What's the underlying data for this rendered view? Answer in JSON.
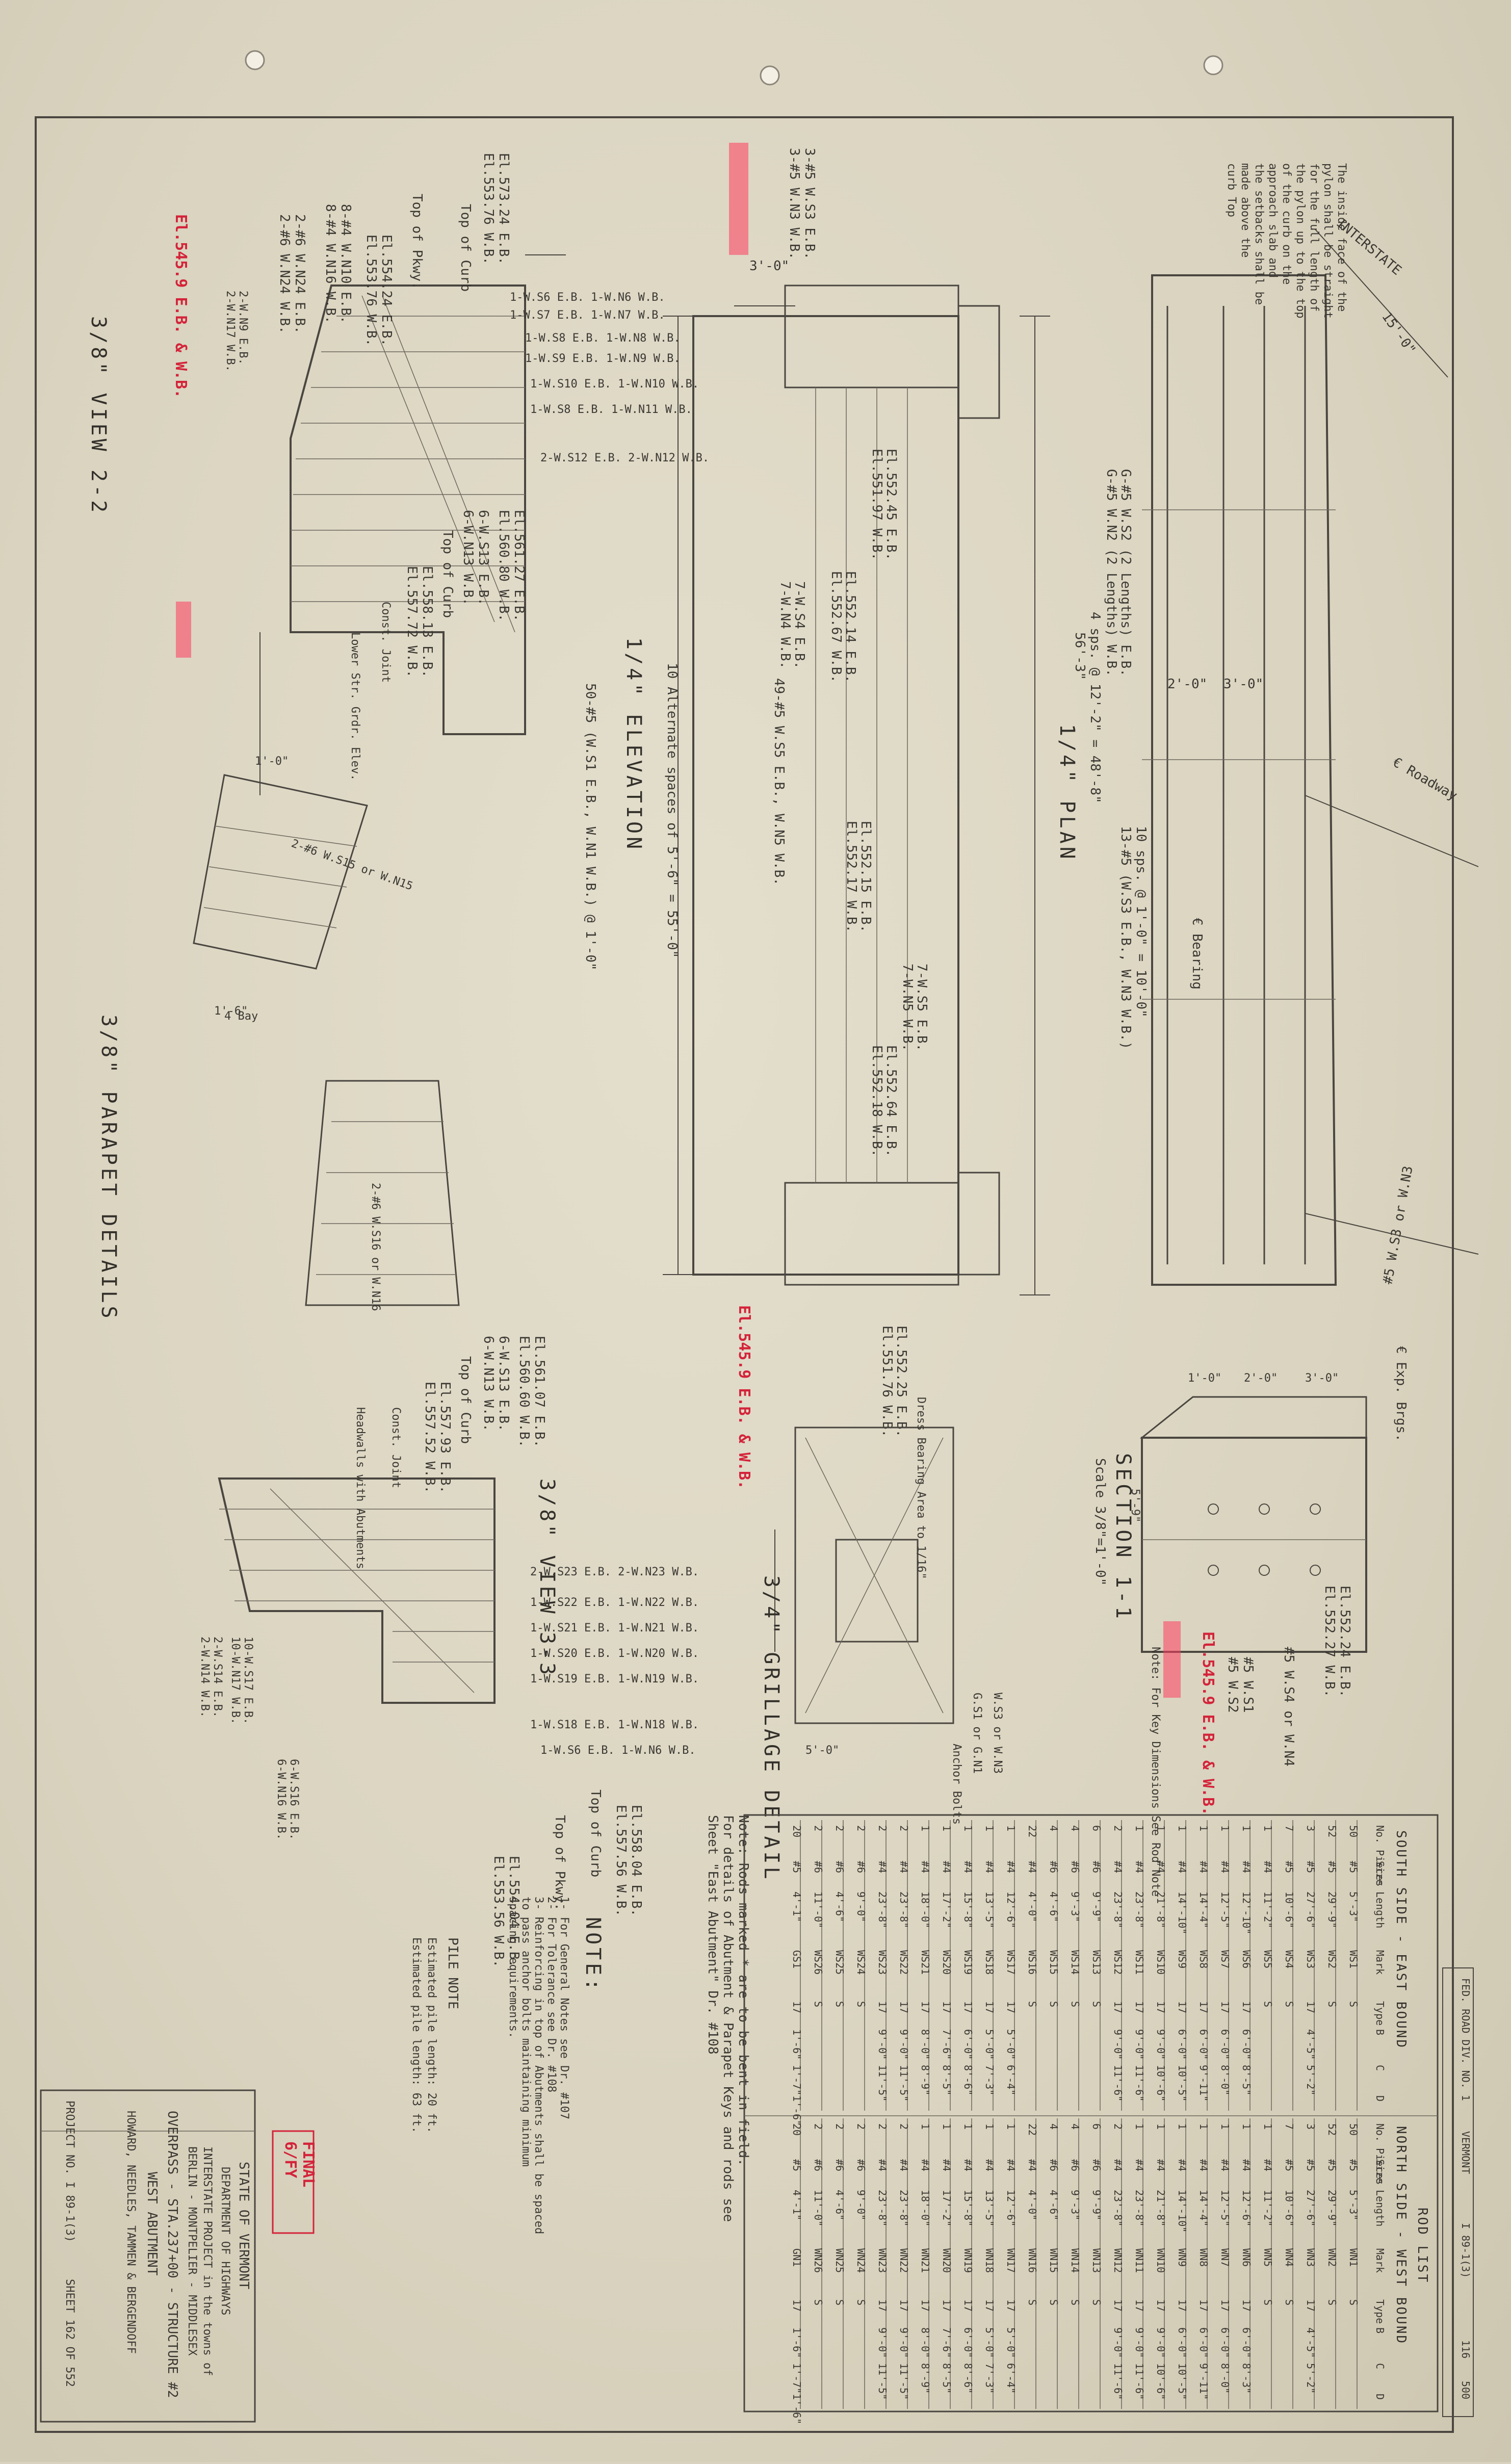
{
  "header": {
    "stamp": "INTERSTATE",
    "side_note": [
      "The inside face of the",
      "pylon shall be straight",
      "for the full length of",
      "the pylon up to the top",
      "of the curb on the",
      "approach slab and",
      "the setbacks shall be",
      "made above the",
      "curb Top"
    ]
  },
  "views": {
    "view22": "3/8\" VIEW 2-2",
    "elevation": "1/4\" ELEVATION",
    "plan": "1/4\" PLAN",
    "parapet": "3/8\" PARAPET DETAILS",
    "section11": "SECTION 1-1",
    "section_scale": "Scale 3/8\"=1'-0\"",
    "view33": "3/8\" VIEW 3-3",
    "grillage": "3/4\" GRILLAGE DETAIL"
  },
  "red_labels": {
    "view22": "El.545.9 E.B. & W.B.",
    "elevation": "El.545.9 E.B. & W.B.",
    "section": "El.545.9 E.B. & W.B.",
    "final": "FINAL",
    "final_date": "6/FY"
  },
  "view22_labels": [
    "El.573.24 E.B.",
    "El.553.76 W.B.",
    "Top of Curb",
    "Top of Pkwy.",
    "El.554.24 E.B.",
    "El.553.76 W.B.",
    "8-#4 W.N10 E.B.",
    "8-#4 W.N16 W.B.",
    "2-#6 W.N24 E.B.",
    "2-#6 W.N24 W.B.",
    "2-W.N9 E.B.",
    "2-W.N17 W.B."
  ],
  "view22_bars": [
    "1-W.S6 E.B. 1-W.N6 W.B.",
    "1-W.S7 E.B. 1-W.N7 W.B.",
    "1-W.S8 E.B. 1-W.N8 W.B.",
    "1-W.S9 E.B. 1-W.N9 W.B.",
    "1-W.S10 E.B. 1-W.N10 W.B.",
    "1-W.S8 E.B. 1-W.N11 W.B.",
    "2-W.S12 E.B. 2-W.N12 W.B."
  ],
  "view22_lower": [
    "El.561.27 E.B.",
    "El.560.80 W.B.",
    "6-W.S13 E.B.",
    "6-W.N13 W.B.",
    "Top of Curb",
    "El.558.13 E.B.",
    "El.557.72 W.B.",
    "Const. Joint",
    "Lower Str. Grdr. Elev."
  ],
  "elevation_labels": [
    "3-#5 W.S3 E.B.",
    "3-#5 W.N3 W.B.",
    "3'-0\"",
    "El.552.45 E.B.",
    "El.551.97 W.B.",
    "El.552.14 E.B.",
    "El.552.67 W.B.",
    "7-W.S4 E.B.",
    "7-W.N4 W.B.",
    "49-#5 W.S5 E.B., W.N5 W.B.",
    "El.552.15 E.B.",
    "El.552.17 W.B.",
    "7-W.S5 E.B.",
    "7-W.N5 W.B.",
    "El.552.64 E.B.",
    "El.552.18 W.B.",
    "El.552.25 E.B.",
    "El.551.76 W.B.",
    "10 Alternate spaces of 5'-6\" = 55'-0\"",
    "50-#5 (W.S1 E.B., W.N1 W.B.) @ 1'-0\""
  ],
  "plan_labels": [
    "15'-0\"",
    "G-#5 W.S2 (2 Lengths) E.B.",
    "G-#5 W.N2 (2 Lengths) W.B.",
    "4 sps. @ 12'-2\" = 48'-8\"",
    "56'-3\"",
    "10 sps. @ 1'-0\" = 10'-0\"",
    "13-#5 (W.S3 E.B., W.N3 W.B.)",
    "3'-0\"",
    "2'-0\"",
    "€ Roadway",
    "€ Bearing",
    "€ Exp. Brgs.",
    "#5 W.S3 or W.N3"
  ],
  "section_labels": [
    "1'-0\"",
    "2'-0\"",
    "3'-0\"",
    "5'-9\"",
    "El.552.24 E.B.",
    "El.552.27 W.B.",
    "#5 W.S4 or W.N4",
    "#5 W.S1",
    "#5 W.S2",
    "Note: For Key Dimensions See Rod Note"
  ],
  "parapet_labels": [
    "1'-0\"",
    "2-#6 W.S15 or W.N15",
    "1'-6\"",
    "2-#6 W.S16 or W.N16",
    "4 Bay"
  ],
  "view33_labels": [
    "El.561.07 E.B.",
    "El.560.60 W.B.",
    "6-W.S13 E.B.",
    "6-W.N13 W.B.",
    "Top of Curb",
    "El.557.93 E.B.",
    "El.557.52 W.B.",
    "Const. Joint",
    "Headwalls with Abutments",
    "2-W.S23 E.B. 2-W.N23 W.B.",
    "1-W.S22 E.B. 1-W.N22 W.B.",
    "1-W.S21 E.B. 1-W.N21 W.B.",
    "1-W.S20 E.B. 1-W.N20 W.B.",
    "1-W.S19 E.B. 1-W.N19 W.B.",
    "1-W.S18 E.B. 1-W.N18 W.B.",
    "1-W.S6 E.B. 1-W.N6 W.B.",
    "Top of Curb",
    "Top of Pkwy.",
    "El.554.04 E.B.",
    "El.553.56 W.B.",
    "10-W.S17 E.B.",
    "10-W.N17 W.B.",
    "2-W.S14 E.B.",
    "2-W.N14 W.B.",
    "6-W.S16 E.B.",
    "6-W.N16 W.B.",
    "El.558.04 E.B.",
    "El.557.56 W.B."
  ],
  "grillage_labels": [
    "Dress Bearing Area to 1/16\"",
    "W.S3 or W.N3",
    "G.S1 or G.N1",
    "Anchor Bolts",
    "5'-0\""
  ],
  "notes": {
    "pile_note_title": "PILE NOTE",
    "pile_note": [
      "Estimated pile length: 20 ft.",
      "Estimated pile length: 63 ft."
    ],
    "note_title": "NOTE:",
    "note_lines": [
      "1- For General Notes see Dr. #107",
      "2- For Tolerance see Dr. #108",
      "3- Reinforcing in top of Abutments shall be spaced",
      "to pass anchor bolts maintaining minimum",
      "spacing requirements."
    ],
    "rod_note": [
      "Note: Rods marked * are to be bent in field.",
      "For details of Abutment & Parapet Keys and rods see",
      "Sheet \"East Abutment\" Dr. #108"
    ]
  },
  "title_block": {
    "state": "STATE OF VERMONT",
    "dept": "DEPARTMENT OF HIGHWAYS",
    "project_line": "INTERSTATE PROJECT in the towns of",
    "towns": "BERLIN - MONTPELIER - MIDDLESEX",
    "structure": "OVERPASS - STA.237+00 - STRUCTURE #2",
    "sheet_title": "WEST ABUTMENT",
    "firm": "HOWARD, NEEDLES, TAMMEN & BERGENDOFF",
    "project_no": "PROJECT NO. I 89-1(3)",
    "sheet_no": "SHEET 162 OF 552"
  },
  "project_strip": {
    "fed_road": "FED. ROAD DIV. NO. 1",
    "state": "VERMONT",
    "project": "I 89-1(3)",
    "sheet": "116",
    "total": "500"
  },
  "rod_list": {
    "title": "ROD LIST",
    "south_title": "SOUTH SIDE - EAST BOUND",
    "north_title": "NORTH SIDE - WEST BOUND",
    "columns": [
      "No. Pieces",
      "Size",
      "Length",
      "Mark",
      "Type",
      "B",
      "C",
      "D"
    ],
    "south_rows": [
      [
        "50",
        "#5",
        "5'-3\"",
        "WS1",
        "S",
        "",
        "",
        ""
      ],
      [
        "52",
        "#5",
        "29'-9\"",
        "WS2",
        "S",
        "",
        "",
        ""
      ],
      [
        "3",
        "#5",
        "27'-6\"",
        "WS3",
        "17",
        "4'-5\"",
        "5'-2\"",
        ""
      ],
      [
        "7",
        "#5",
        "10'-6\"",
        "WS4",
        "S",
        "",
        "",
        ""
      ],
      [
        "1",
        "#4",
        "11'-2\"",
        "WS5",
        "S",
        "",
        "",
        ""
      ],
      [
        "1",
        "#4",
        "12'-10\"",
        "WS6",
        "17",
        "6'-0\"",
        "8'-5\"",
        ""
      ],
      [
        "1",
        "#4",
        "12'-5\"",
        "WS7",
        "17",
        "6'-0\"",
        "8'-0\"",
        ""
      ],
      [
        "1",
        "#4",
        "14'-4\"",
        "WS8",
        "17",
        "6'-0\"",
        "9'-11\"",
        ""
      ],
      [
        "1",
        "#4",
        "14'-10\"",
        "WS9",
        "17",
        "6'-0\"",
        "10'-5\"",
        ""
      ],
      [
        "1",
        "#4",
        "21'-8\"",
        "WS10",
        "17",
        "9'-0\"",
        "10'-6\"",
        ""
      ],
      [
        "1",
        "#4",
        "23'-8\"",
        "WS11",
        "17",
        "9'-0\"",
        "11'-6\"",
        ""
      ],
      [
        "2",
        "#4",
        "23'-8\"",
        "WS12",
        "17",
        "9'-0\"",
        "11'-6\"",
        ""
      ],
      [
        "6",
        "#6",
        "9'-9\"",
        "WS13",
        "S",
        "",
        "",
        ""
      ],
      [
        "4",
        "#6",
        "9'-3\"",
        "WS14",
        "S",
        "",
        "",
        ""
      ],
      [
        "4",
        "#6",
        "4'-6\"",
        "WS15",
        "S",
        "",
        "",
        ""
      ],
      [
        "22",
        "#4",
        "4'-0\"",
        "WS16",
        "S",
        "",
        "",
        ""
      ],
      [
        "1",
        "#4",
        "12'-6\"",
        "WS17",
        "17",
        "5'-0\"",
        "6'-4\"",
        ""
      ],
      [
        "1",
        "#4",
        "13'-5\"",
        "WS18",
        "17",
        "5'-0\"",
        "7'-3\"",
        ""
      ],
      [
        "1",
        "#4",
        "15'-8\"",
        "WS19",
        "17",
        "6'-0\"",
        "8'-6\"",
        ""
      ],
      [
        "1",
        "#4",
        "17'-2\"",
        "WS20",
        "17",
        "7'-6\"",
        "8'-5\"",
        ""
      ],
      [
        "1",
        "#4",
        "18'-0\"",
        "WS21",
        "17",
        "8'-0\"",
        "8'-9\"",
        ""
      ],
      [
        "2",
        "#4",
        "23'-8\"",
        "WS22",
        "17",
        "9'-0\"",
        "11'-5\"",
        ""
      ],
      [
        "2",
        "#4",
        "23'-8\"",
        "WS23",
        "17",
        "9'-0\"",
        "11'-5\"",
        ""
      ],
      [
        "2",
        "#6",
        "9'-0\"",
        "WS24",
        "S",
        "",
        "",
        ""
      ],
      [
        "2",
        "#6",
        "4'-6\"",
        "WS25",
        "S",
        "",
        "",
        ""
      ],
      [
        "2",
        "#6",
        "11'-0\"",
        "WS26",
        "S",
        "",
        "",
        ""
      ],
      [
        "20",
        "#5",
        "4'-1\"",
        "GS1",
        "17",
        "1'-6\"",
        "1'-7\"",
        "1'-6\""
      ]
    ],
    "north_rows": [
      [
        "50",
        "#5",
        "5'-3\"",
        "WN1",
        "S",
        "",
        "",
        ""
      ],
      [
        "52",
        "#5",
        "29'-9\"",
        "WN2",
        "S",
        "",
        "",
        ""
      ],
      [
        "3",
        "#5",
        "27'-6\"",
        "WN3",
        "17",
        "4'-5\"",
        "5'-2\"",
        ""
      ],
      [
        "7",
        "#5",
        "10'-6\"",
        "WN4",
        "S",
        "",
        "",
        ""
      ],
      [
        "1",
        "#4",
        "11'-2\"",
        "WN5",
        "S",
        "",
        "",
        ""
      ],
      [
        "1",
        "#4",
        "12'-6\"",
        "WN6",
        "17",
        "6'-0\"",
        "8'-3\"",
        ""
      ],
      [
        "1",
        "#4",
        "12'-5\"",
        "WN7",
        "17",
        "6'-0\"",
        "8'-0\"",
        ""
      ],
      [
        "1",
        "#4",
        "14'-4\"",
        "WN8",
        "17",
        "6'-0\"",
        "9'-11\"",
        ""
      ],
      [
        "1",
        "#4",
        "14'-10\"",
        "WN9",
        "17",
        "6'-0\"",
        "10'-5\"",
        ""
      ],
      [
        "1",
        "#4",
        "21'-8\"",
        "WN10",
        "17",
        "9'-0\"",
        "10'-6\"",
        ""
      ],
      [
        "1",
        "#4",
        "23'-8\"",
        "WN11",
        "17",
        "9'-0\"",
        "11'-6\"",
        ""
      ],
      [
        "2",
        "#4",
        "23'-8\"",
        "WN12",
        "17",
        "9'-0\"",
        "11'-6\"",
        ""
      ],
      [
        "6",
        "#6",
        "9'-9\"",
        "WN13",
        "S",
        "",
        "",
        ""
      ],
      [
        "4",
        "#6",
        "9'-3\"",
        "WN14",
        "S",
        "",
        "",
        ""
      ],
      [
        "4",
        "#6",
        "4'-6\"",
        "WN15",
        "S",
        "",
        "",
        ""
      ],
      [
        "22",
        "#4",
        "4'-0\"",
        "WN16",
        "S",
        "",
        "",
        ""
      ],
      [
        "1",
        "#4",
        "12'-6\"",
        "WN17",
        "17",
        "5'-0\"",
        "6'-4\"",
        ""
      ],
      [
        "1",
        "#4",
        "13'-5\"",
        "WN18",
        "17",
        "5'-0\"",
        "7'-3\"",
        ""
      ],
      [
        "1",
        "#4",
        "15'-8\"",
        "WN19",
        "17",
        "6'-0\"",
        "8'-6\"",
        ""
      ],
      [
        "1",
        "#4",
        "17'-2\"",
        "WN20",
        "17",
        "7'-6\"",
        "8'-5\"",
        ""
      ],
      [
        "1",
        "#4",
        "18'-0\"",
        "WN21",
        "17",
        "8'-0\"",
        "8'-9\"",
        ""
      ],
      [
        "2",
        "#4",
        "23'-8\"",
        "WN22",
        "17",
        "9'-0\"",
        "11'-5\"",
        ""
      ],
      [
        "2",
        "#4",
        "23'-8\"",
        "WN23",
        "17",
        "9'-0\"",
        "11'-5\"",
        ""
      ],
      [
        "2",
        "#6",
        "9'-0\"",
        "WN24",
        "S",
        "",
        "",
        ""
      ],
      [
        "2",
        "#6",
        "4'-6\"",
        "WN25",
        "S",
        "",
        "",
        ""
      ],
      [
        "2",
        "#6",
        "11'-0\"",
        "WN26",
        "S",
        "",
        "",
        ""
      ],
      [
        "20",
        "#5",
        "4'-1\"",
        "GN1",
        "17",
        "1'-6\"",
        "1'-7\"",
        "1'-6\""
      ]
    ]
  },
  "colors": {
    "paper": "#dcd6c3",
    "ink": "#4a4640",
    "red_ink": "#d4233a",
    "highlight": "#ff3d5e"
  }
}
